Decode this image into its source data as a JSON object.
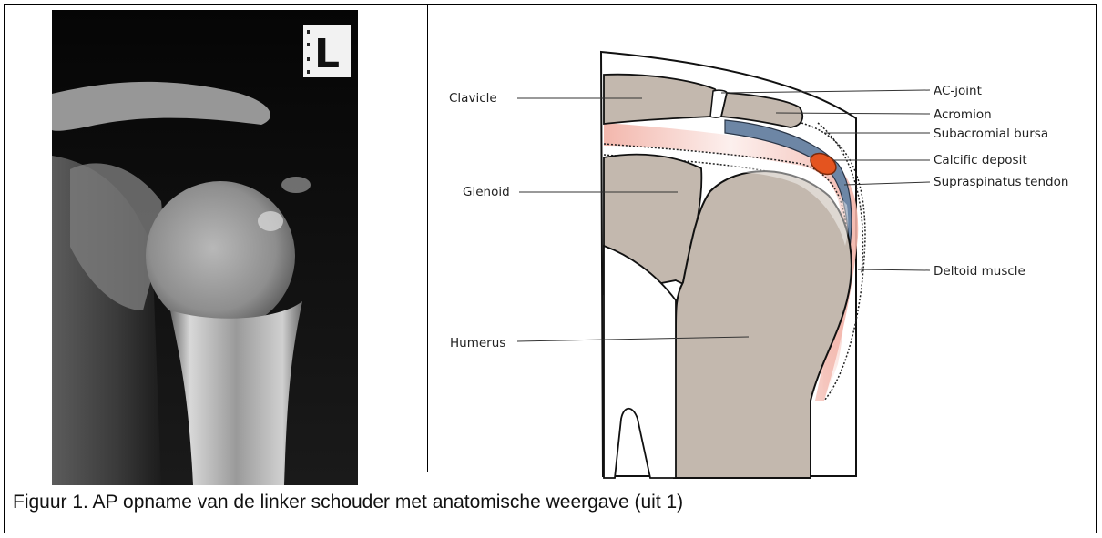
{
  "xray": {
    "marker_text": "L"
  },
  "diagram": {
    "labels": {
      "clavicle": "Clavicle",
      "glenoid": "Glenoid",
      "humerus": "Humerus",
      "ac_joint": "AC-joint",
      "acromion": "Acromion",
      "subacromial_bursa": "Subacromial bursa",
      "calcific_deposit": "Calcific deposit",
      "supraspinatus_tendon": "Supraspinatus tendon",
      "deltoid_muscle": "Deltoid muscle"
    },
    "colors": {
      "bone": "#c3b8ae",
      "bursa": "#6d86a5",
      "calcific": "#e4541f",
      "muscle": "#f2b3a8"
    }
  },
  "caption": "Figuur 1. AP opname van de linker schouder met anatomische weergave (uit 1)"
}
